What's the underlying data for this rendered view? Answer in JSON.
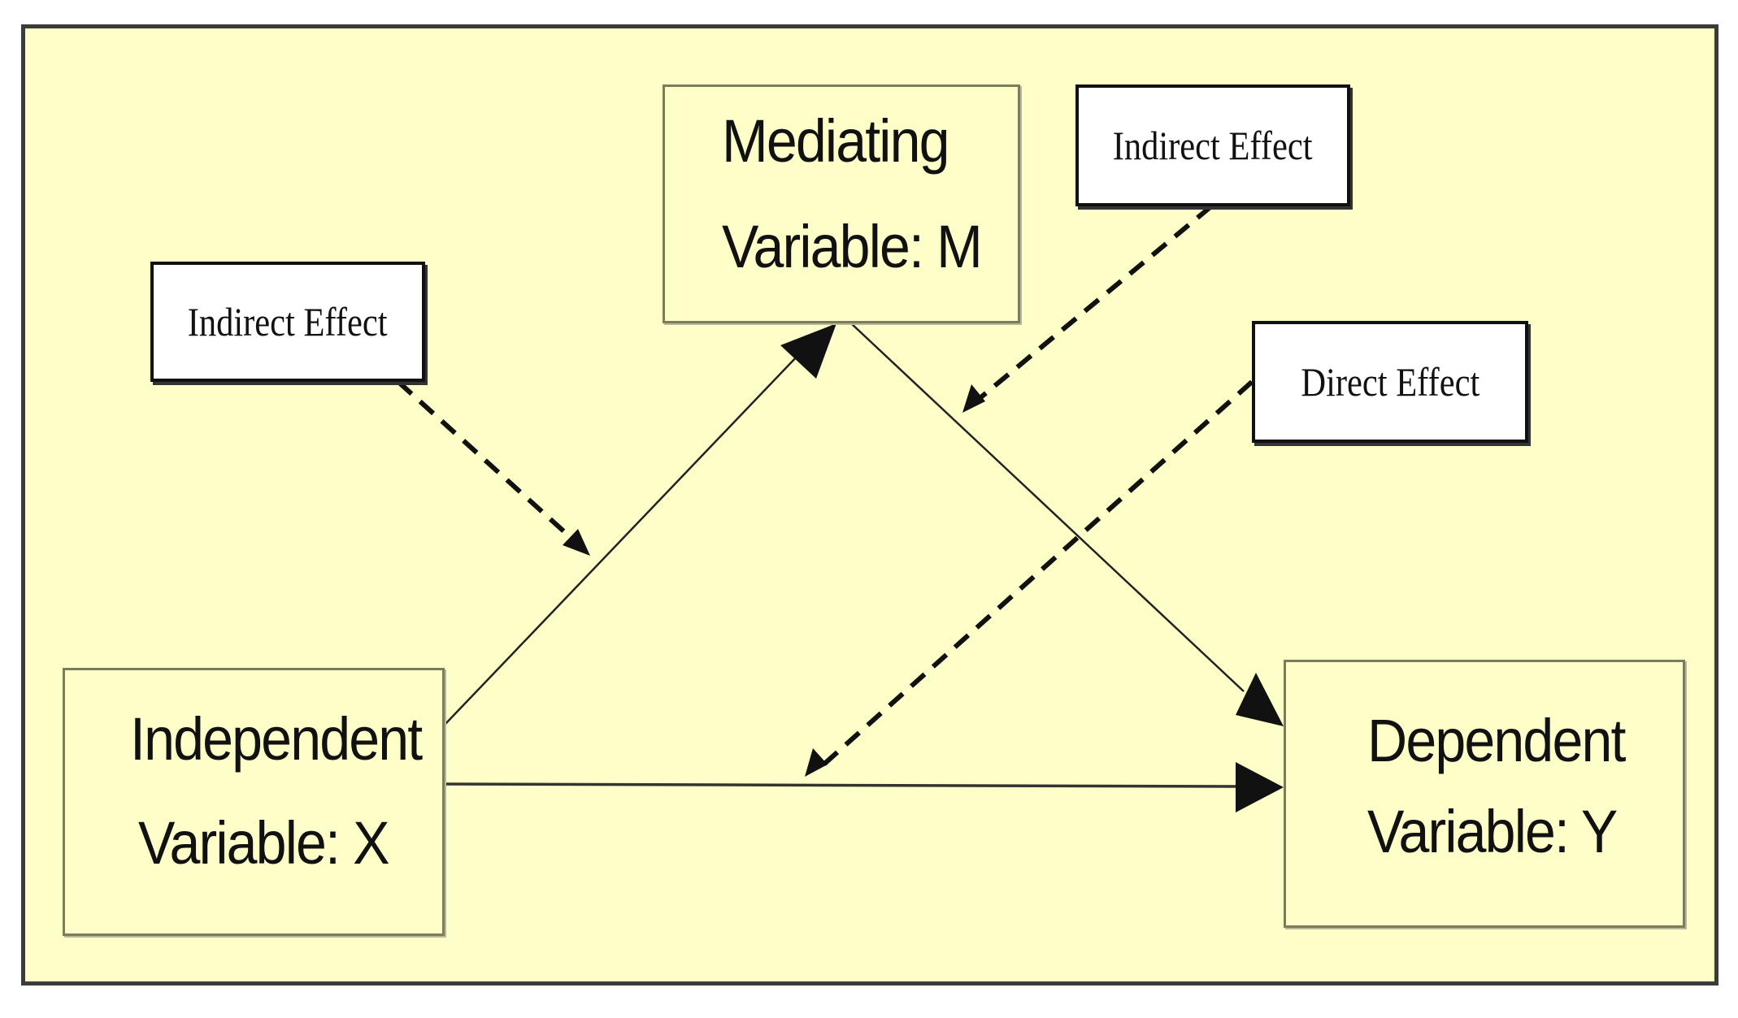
{
  "variables": {
    "mediating": {
      "line1": "Mediating",
      "line2": "Variable: M"
    },
    "independent": {
      "line1": "Independent",
      "line2": "Variable: X"
    },
    "dependent": {
      "line1": "Dependent",
      "line2": "Variable: Y"
    }
  },
  "effects": {
    "indirect_left": "Indirect Effect",
    "indirect_right": "Indirect Effect",
    "direct": "Direct Effect"
  },
  "colors": {
    "background": "#feffc8",
    "frame": "#3b3b3b",
    "arrow": "#111111"
  }
}
